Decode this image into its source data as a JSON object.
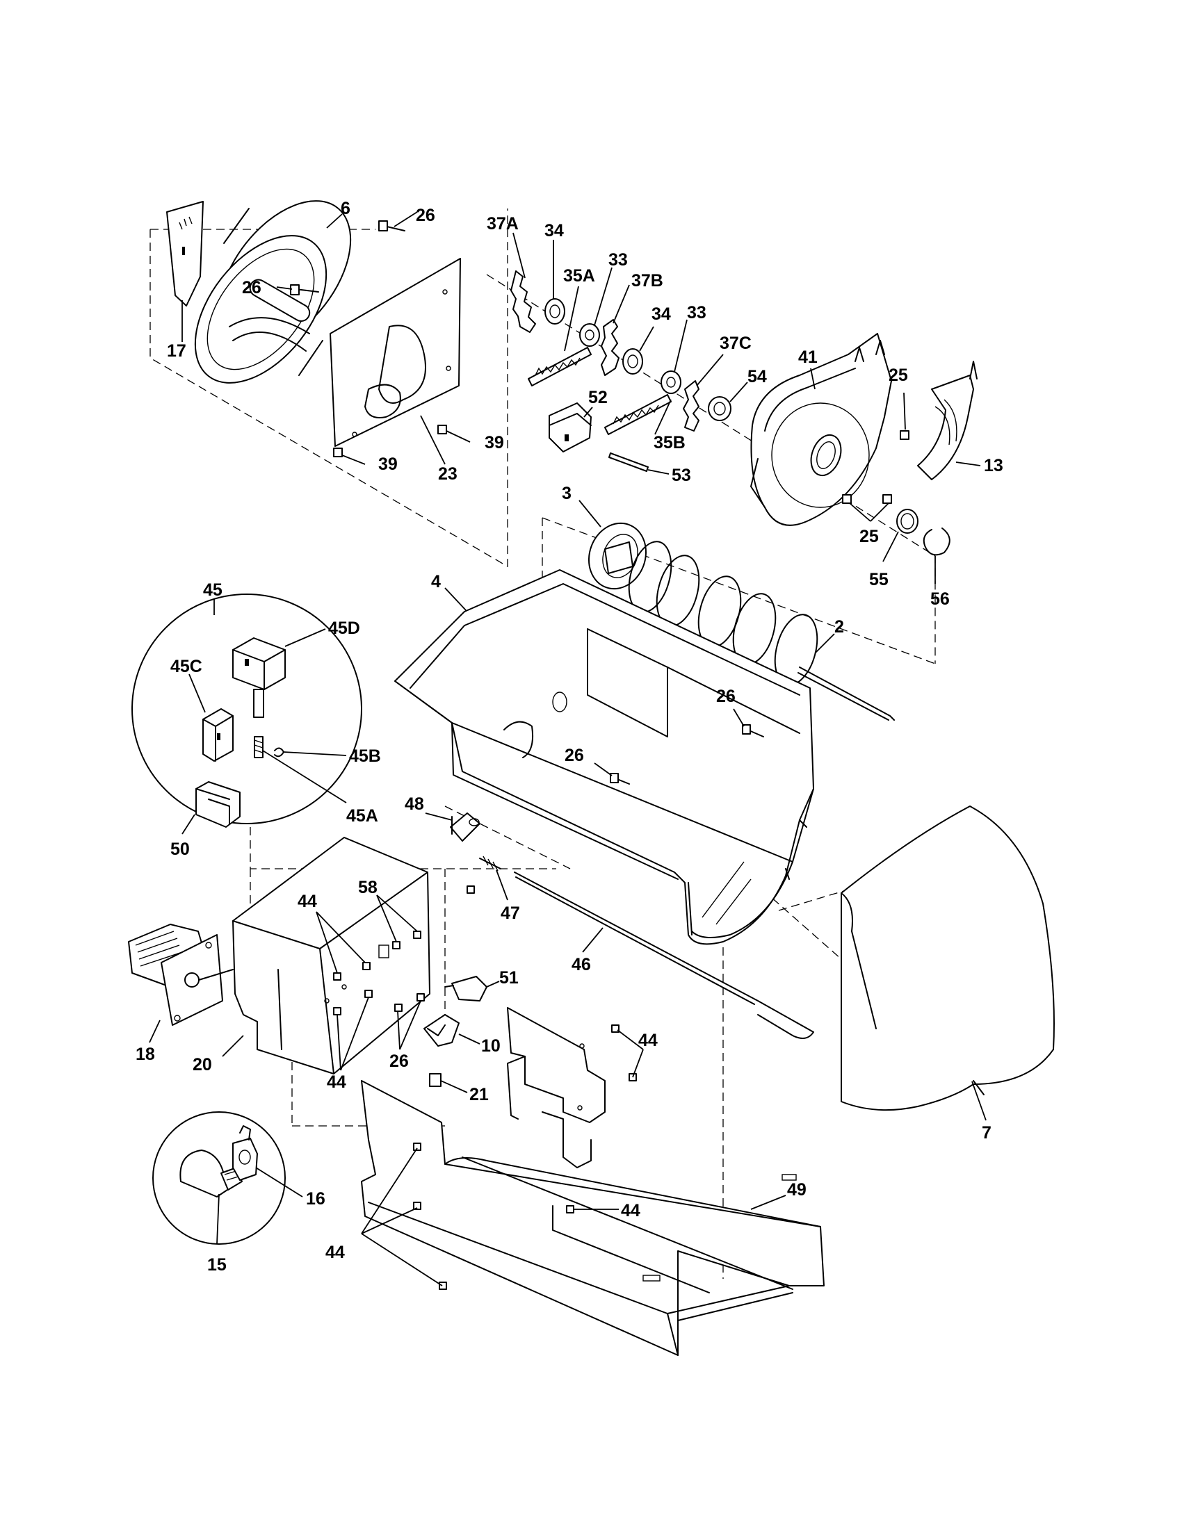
{
  "callouts": {
    "p2": "2",
    "p3": "3",
    "p4": "4",
    "p6": "6",
    "p7": "7",
    "p10": "10",
    "p13": "13",
    "p15": "15",
    "p16": "16",
    "p17": "17",
    "p18": "18",
    "p20": "20",
    "p21": "21",
    "p23": "23",
    "p25": "25",
    "p26": "26",
    "p33": "33",
    "p34": "34",
    "p35A": "35A",
    "p35B": "35B",
    "p37A": "37A",
    "p37B": "37B",
    "p37C": "37C",
    "p39": "39",
    "p41": "41",
    "p44": "44",
    "p45": "45",
    "p45A": "45A",
    "p45B": "45B",
    "p45C": "45C",
    "p45D": "45D",
    "p46": "46",
    "p47": "47",
    "p48": "48",
    "p49": "49",
    "p50": "50",
    "p51": "51",
    "p52": "52",
    "p53": "53",
    "p54": "54",
    "p55": "55",
    "p56": "56",
    "p58": "58"
  }
}
